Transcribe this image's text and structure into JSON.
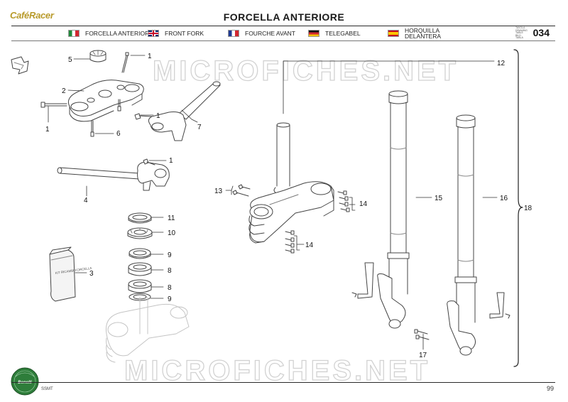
{
  "header": {
    "brand": "CaféRacer",
    "title": "FORCELLA ANTERIORE",
    "table_labels": [
      "TAVOLA",
      "DRAWING",
      "TABLE",
      "BILD",
      "TABLA"
    ],
    "table_number": "034"
  },
  "languages": [
    {
      "label": "FORCELLA ANTERIORE",
      "flag": "it-flag-icon"
    },
    {
      "label": "FRONT FORK",
      "flag": "uk-flag-icon"
    },
    {
      "label": "FOURCHE AVANT",
      "flag": "fr-flag-icon"
    },
    {
      "label": "TELEGABEL",
      "flag": "de-flag-icon"
    },
    {
      "label": "HORQUILLA DELANTERA",
      "flag": "es-flag-icon"
    }
  ],
  "watermark": "MICROFICHES.NET",
  "callouts": [
    "1",
    "1",
    "1",
    "1",
    "2",
    "3",
    "4",
    "5",
    "6",
    "7",
    "8",
    "8",
    "9",
    "9",
    "10",
    "11",
    "12",
    "13",
    "14",
    "14",
    "15",
    "16",
    "17",
    "18"
  ],
  "bag_text": "KIT RICAMBI\nFORCELLA",
  "footer": {
    "model": "SSMT",
    "page": "99",
    "logo_text": "Benelli"
  },
  "colors": {
    "rule": "#2a2a2a",
    "part_stroke": "#444444",
    "brand": "#b89a2a",
    "logo_green": "#2e7d3a"
  }
}
